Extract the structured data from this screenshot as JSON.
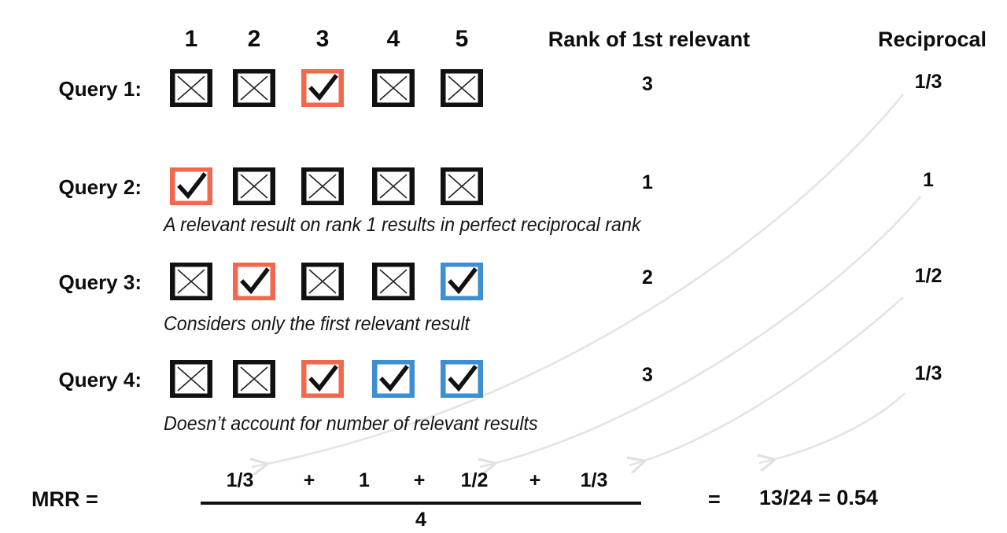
{
  "meta": {
    "title": "Mean Reciprocal Rank (MRR) illustration",
    "colors": {
      "relevant_first": "#F2684F",
      "relevant_other": "#3D8FD1",
      "irrelevant": "#111111",
      "arrow": "#E2E2E2",
      "text": "#0D0D0D",
      "background": "#FFFFFF"
    }
  },
  "columns": {
    "headers": [
      "1",
      "2",
      "3",
      "4",
      "5"
    ]
  },
  "section_headers": {
    "rank": "Rank of 1st relevant",
    "reciprocal": "Reciprocal"
  },
  "rows": [
    {
      "label": "Query 1:",
      "cells": [
        "x",
        "x",
        "check-first",
        "x",
        "x"
      ],
      "rank": "3",
      "reciprocal": "1/3",
      "caption": ""
    },
    {
      "label": "Query 2:",
      "cells": [
        "check-first",
        "x",
        "x",
        "x",
        "x"
      ],
      "rank": "1",
      "reciprocal": "1",
      "caption": "A relevant result on rank 1 results in perfect reciprocal rank"
    },
    {
      "label": "Query 3:",
      "cells": [
        "x",
        "check-first",
        "x",
        "x",
        "check-other"
      ],
      "rank": "2",
      "reciprocal": "1/2",
      "caption": "Considers only the first relevant result"
    },
    {
      "label": "Query 4:",
      "cells": [
        "x",
        "x",
        "check-first",
        "check-other",
        "check-other"
      ],
      "rank": "3",
      "reciprocal": "1/3",
      "caption": "Doesn’t account for number of relevant results"
    }
  ],
  "formula": {
    "label": "MRR =",
    "numerator_terms": [
      "1/3",
      "1",
      "1/2",
      "1/3"
    ],
    "plus": "+",
    "denominator": "4",
    "equals": "=",
    "result": "13/24 =  0.54"
  },
  "chart_data": {
    "type": "table",
    "title": "Mean Reciprocal Rank (MRR)",
    "categories": [
      "Query 1",
      "Query 2",
      "Query 3",
      "Query 4"
    ],
    "series": [
      {
        "name": "Rank of 1st relevant",
        "values": [
          3,
          1,
          2,
          3
        ]
      },
      {
        "name": "Reciprocal",
        "values": [
          0.3333,
          1,
          0.5,
          0.3333
        ]
      }
    ],
    "mrr": 0.54
  }
}
